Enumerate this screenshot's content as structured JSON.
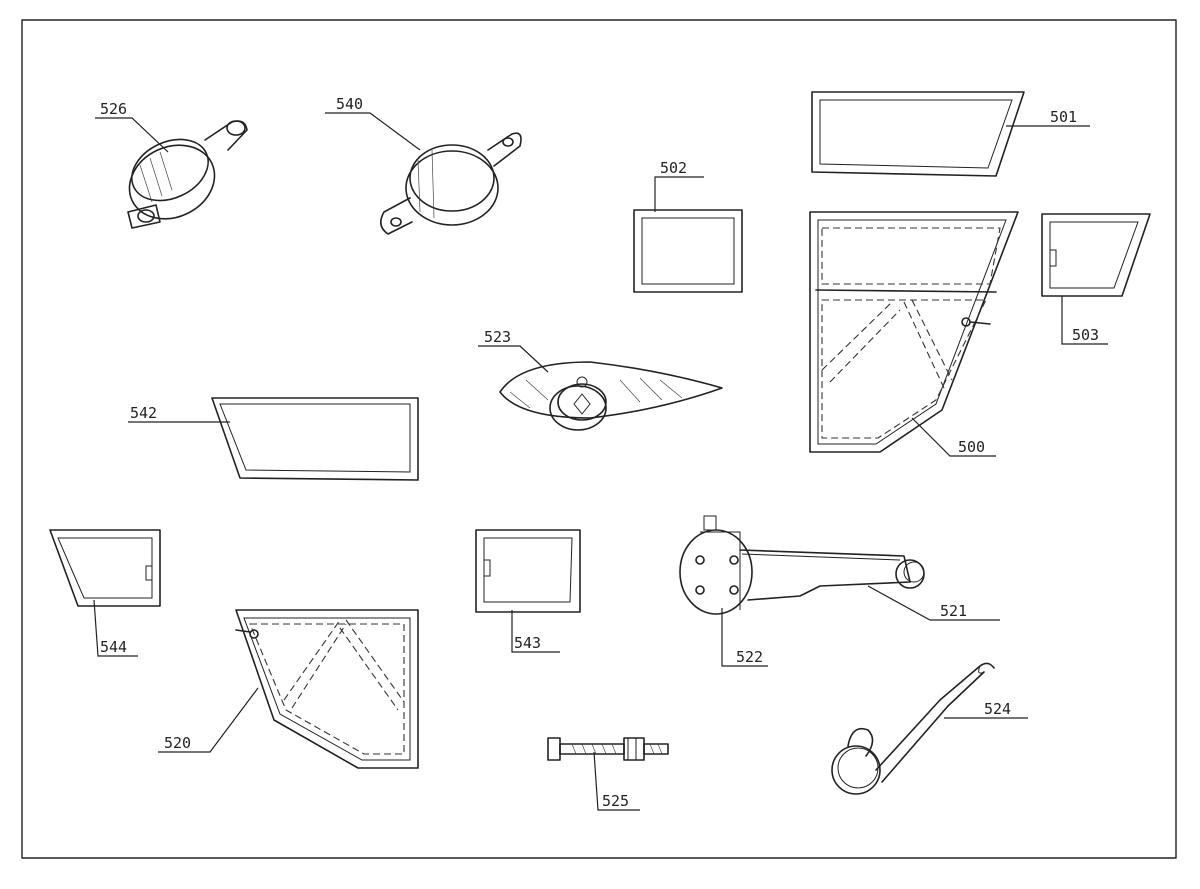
{
  "parts": {
    "p500": {
      "label": "500"
    },
    "p501": {
      "label": "501"
    },
    "p502": {
      "label": "502"
    },
    "p503": {
      "label": "503"
    },
    "p520": {
      "label": "520"
    },
    "p521": {
      "label": "521"
    },
    "p522": {
      "label": "522"
    },
    "p523": {
      "label": "523"
    },
    "p524": {
      "label": "524"
    },
    "p525": {
      "label": "525"
    },
    "p526": {
      "label": "526"
    },
    "p540": {
      "label": "540"
    },
    "p542": {
      "label": "542"
    },
    "p543": {
      "label": "543"
    },
    "p544": {
      "label": "544"
    }
  },
  "colors": {
    "ink": "#222222",
    "paper": "#ffffff"
  }
}
